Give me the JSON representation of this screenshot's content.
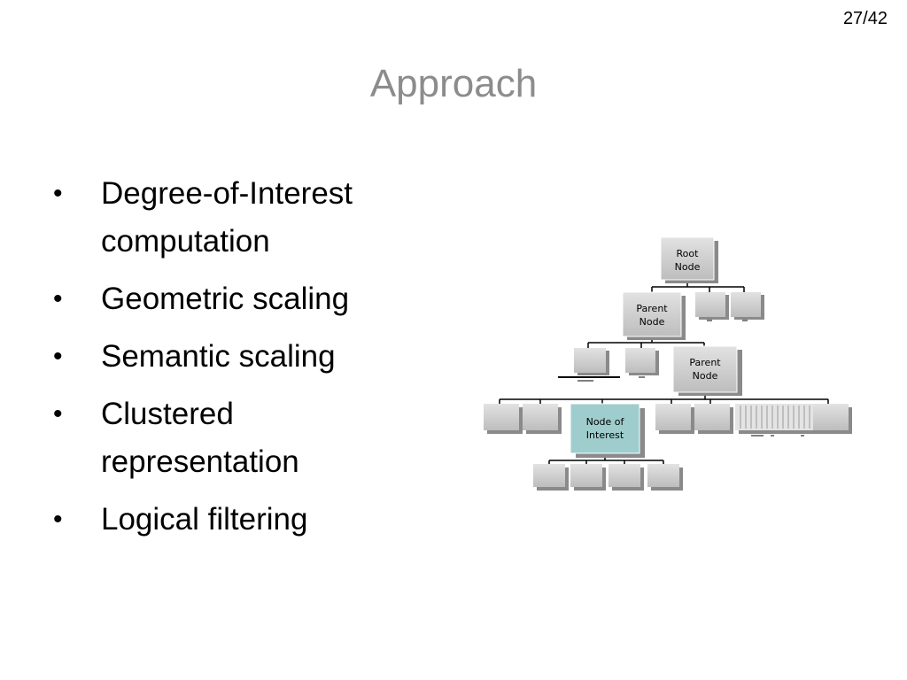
{
  "slide": {
    "number": "27/42"
  },
  "title": "Approach",
  "bullets": [
    {
      "lines": [
        "Degree-of-Interest",
        "computation"
      ]
    },
    {
      "lines": [
        "Geometric scaling"
      ]
    },
    {
      "lines": [
        "Semantic scaling"
      ]
    },
    {
      "lines": [
        "Clustered",
        "representation"
      ]
    },
    {
      "lines": [
        "Logical filtering"
      ]
    }
  ],
  "diagram": {
    "root": {
      "line1": "Root",
      "line2": "Node"
    },
    "parent1": {
      "line1": "Parent",
      "line2": "Node"
    },
    "parent2": {
      "line1": "Parent",
      "line2": "Node"
    },
    "interest": {
      "line1": "Node of",
      "line2": "Interest"
    },
    "colors": {
      "node": "#cfcfcf",
      "node_shadow": "#8a8a8a",
      "interest": "#9fcdcd"
    }
  }
}
